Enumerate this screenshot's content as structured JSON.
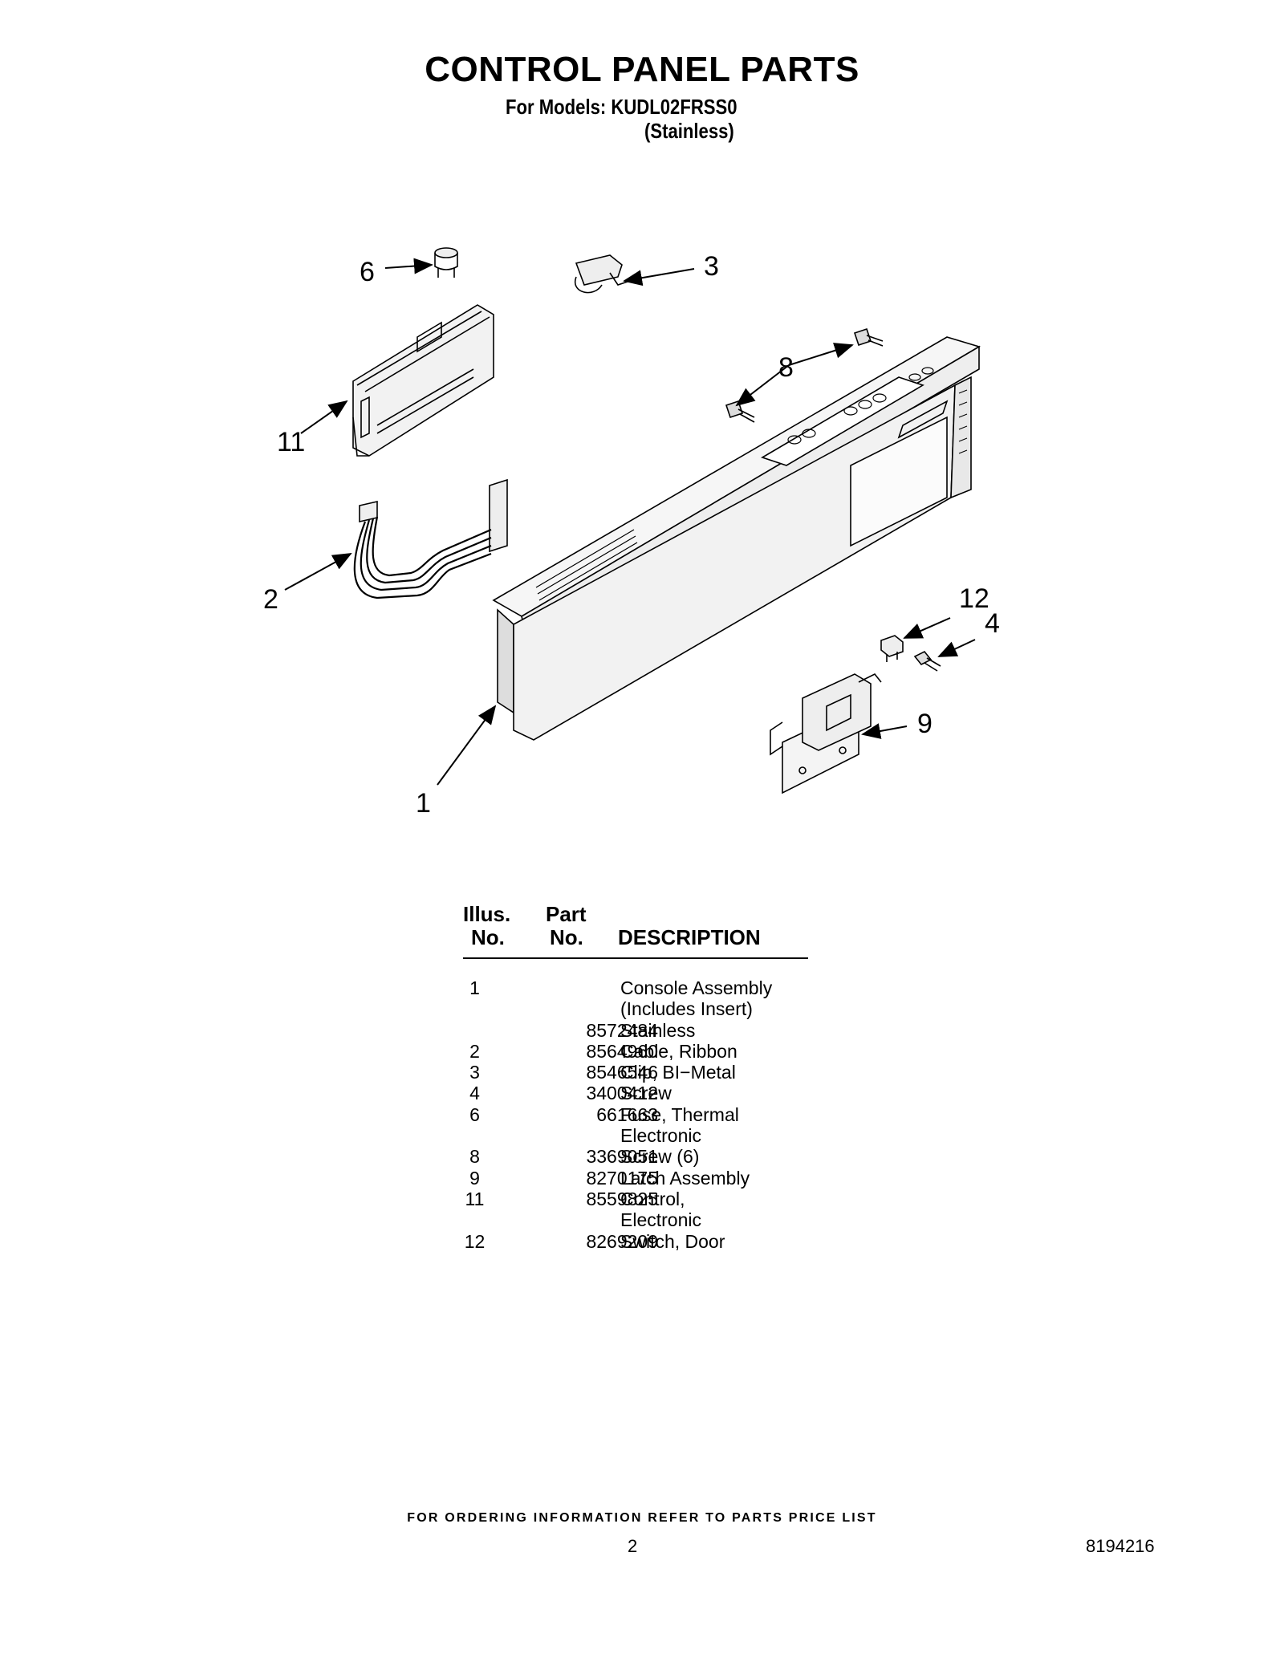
{
  "header": {
    "title": "CONTROL PANEL PARTS",
    "models_line": "For Models: KUDL02FRSS0",
    "finish_line": "(Stainless)"
  },
  "diagram": {
    "callouts": [
      "1",
      "2",
      "3",
      "4",
      "6",
      "8",
      "9",
      "11",
      "12"
    ]
  },
  "table": {
    "headers": {
      "illus_top": "Illus.",
      "illus_bottom": "No.",
      "part_top": "Part",
      "part_bottom": "No.",
      "description": "DESCRIPTION"
    },
    "rows": [
      {
        "illus": "1",
        "part": "",
        "desc": "Console Assembly"
      },
      {
        "illus": "",
        "part": "",
        "desc": "(Includes Insert)"
      },
      {
        "illus": "",
        "part": "8572484",
        "desc": "Stainless"
      },
      {
        "illus": "2",
        "part": "8564960",
        "desc": "Cable, Ribbon"
      },
      {
        "illus": "3",
        "part": "8546546",
        "desc": "Clip, BI−Metal"
      },
      {
        "illus": "4",
        "part": "3400412",
        "desc": "Screw"
      },
      {
        "illus": "6",
        "part": "661663",
        "desc": "Fuse, Thermal"
      },
      {
        "illus": "",
        "part": "",
        "desc": "Electronic"
      },
      {
        "illus": "8",
        "part": "3369051",
        "desc": "Screw (6)"
      },
      {
        "illus": "9",
        "part": "8270175",
        "desc": "Latch Assembly"
      },
      {
        "illus": "11",
        "part": "8559825",
        "desc": "Control,"
      },
      {
        "illus": "",
        "part": "",
        "desc": "Electronic"
      },
      {
        "illus": "12",
        "part": "8269209",
        "desc": "Switch, Door"
      }
    ]
  },
  "footer": {
    "ordering_note": "FOR ORDERING INFORMATION REFER TO PARTS PRICE LIST",
    "page_number": "2",
    "document_number": "8194216"
  }
}
